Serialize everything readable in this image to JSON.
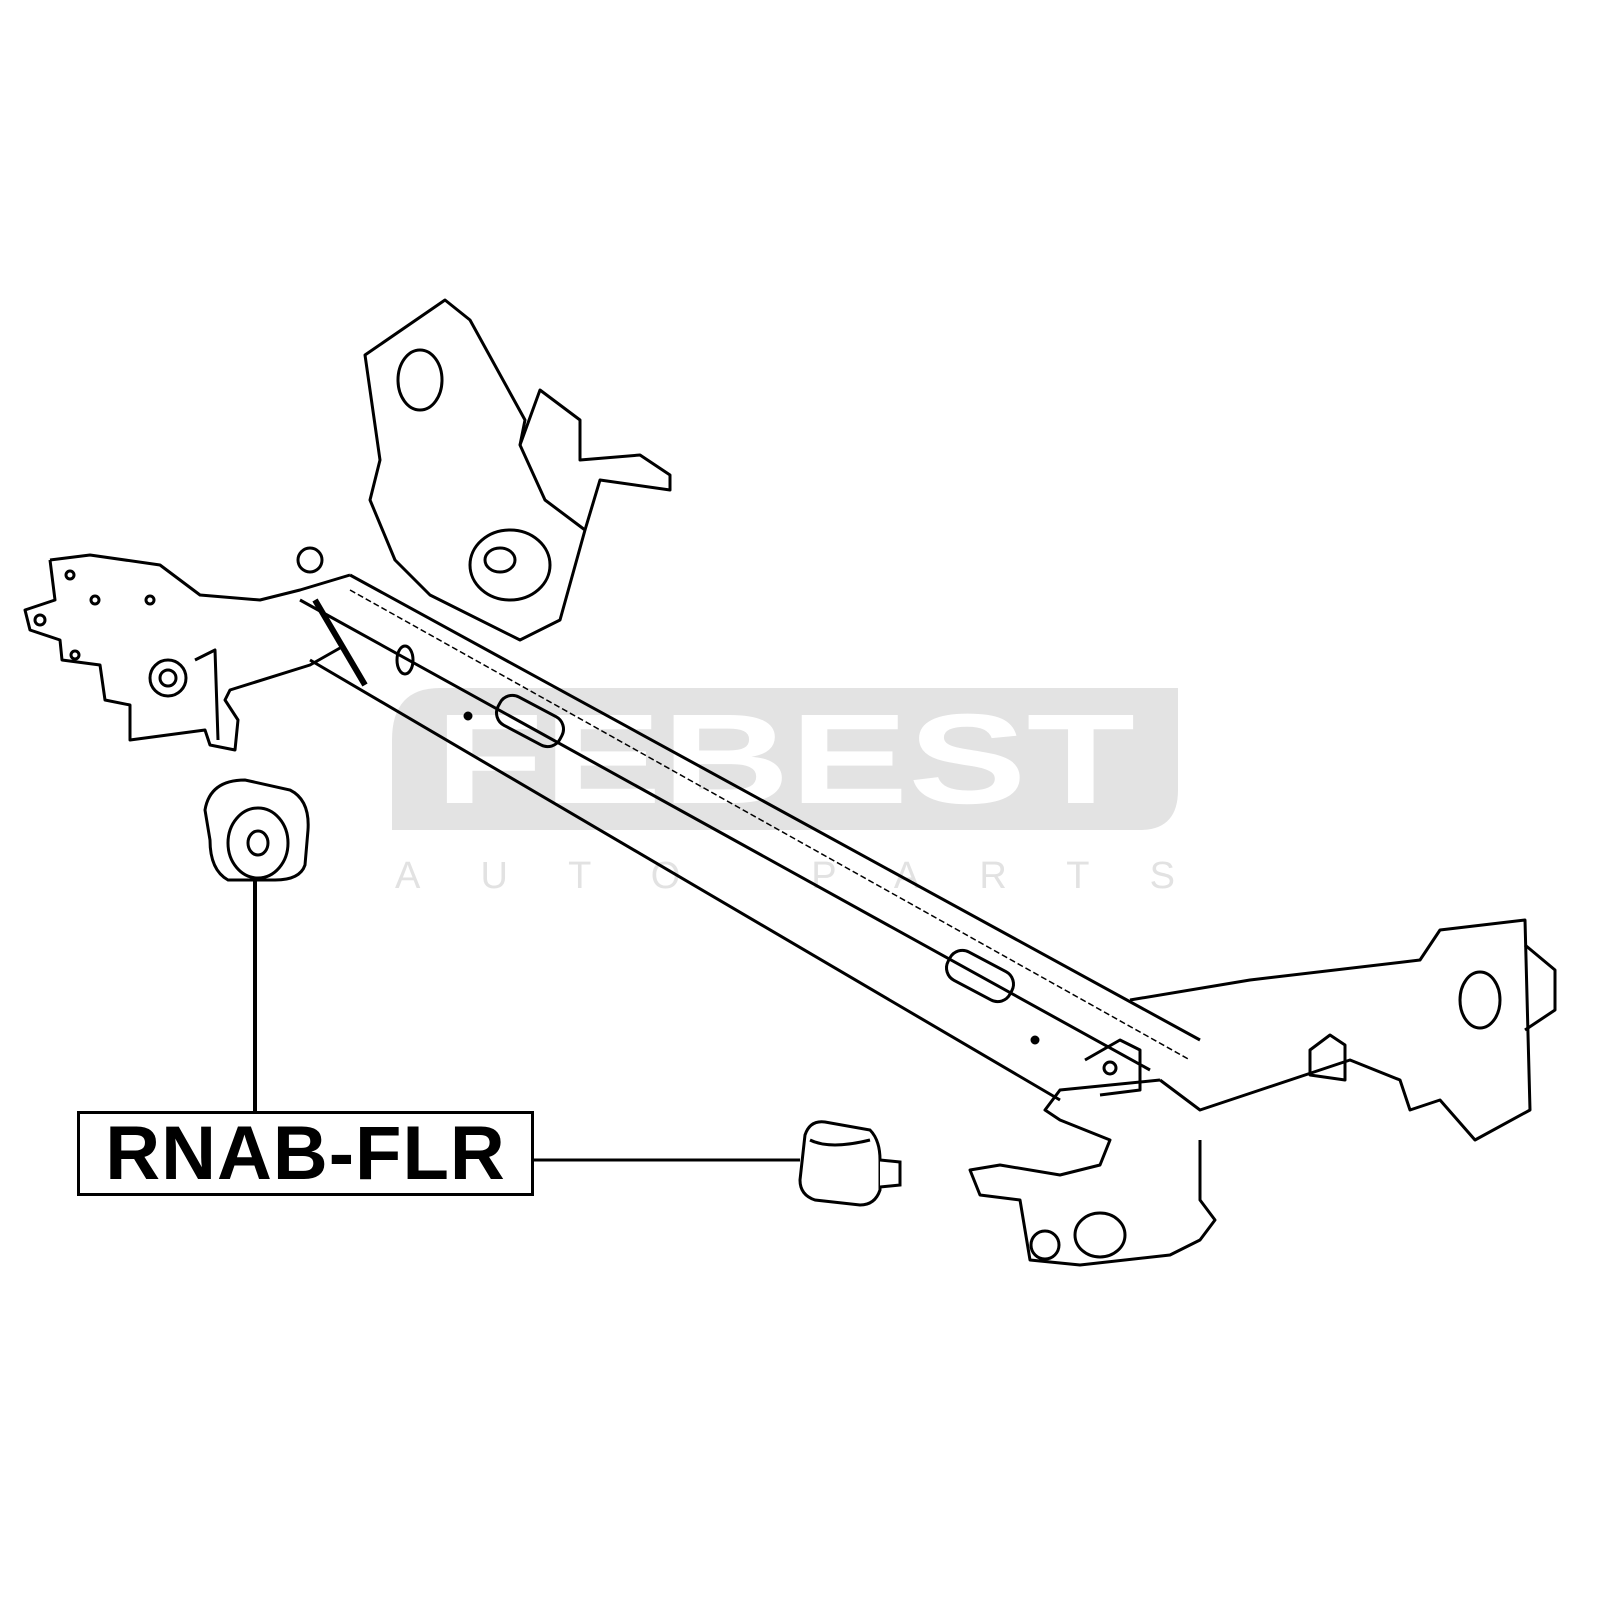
{
  "part_number": "RNAB-FLR",
  "watermark": {
    "brand": "FEBEST",
    "tagline": "AUTO PARTS",
    "color": "#e2e2e2"
  },
  "colors": {
    "line": "#000000",
    "background": "#ffffff"
  }
}
